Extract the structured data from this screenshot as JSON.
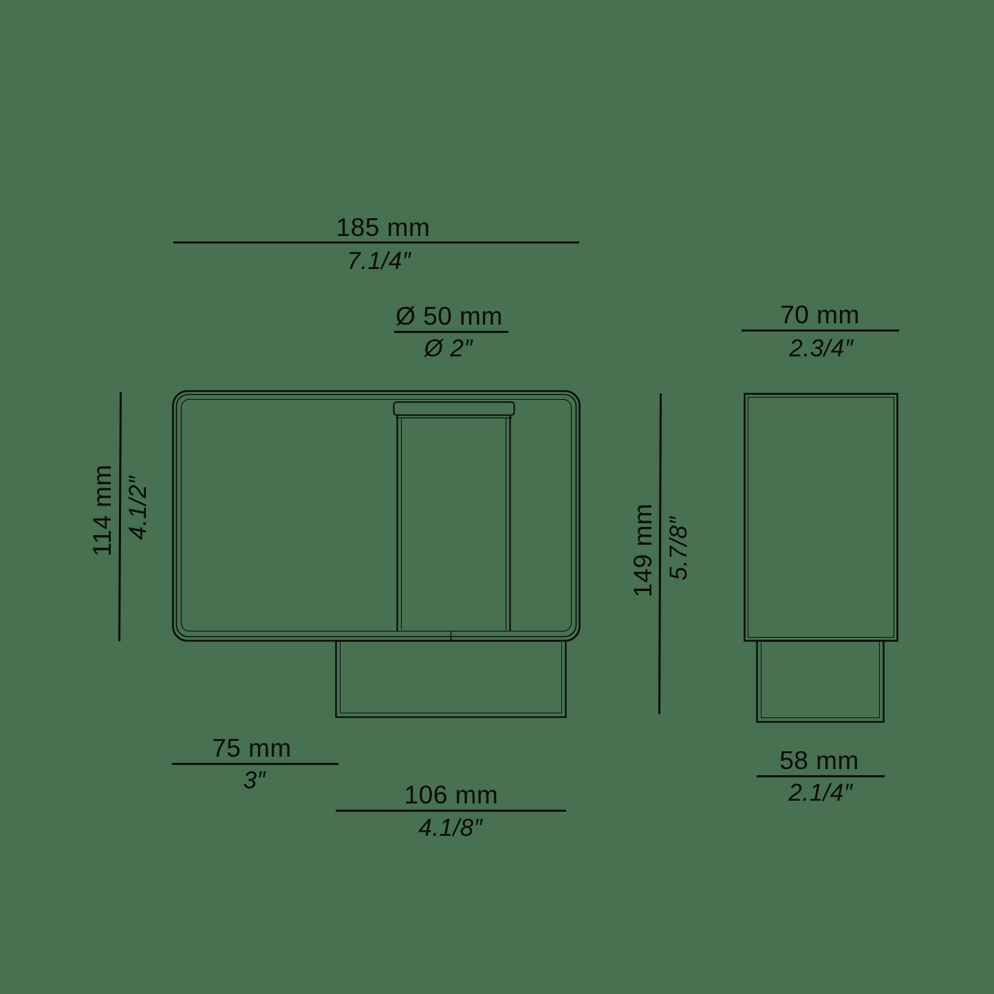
{
  "canvas": {
    "background_color": "#477150",
    "line_color": "#0b0b0b",
    "content_type": "technical dimension drawing, front and side views of a wall-mounted fixture"
  },
  "dimensions": {
    "total_width": {
      "mm": "185 mm",
      "inch": "7.1/4″"
    },
    "diameter": {
      "mm": "Ø 50 mm",
      "inch": "Ø 2″"
    },
    "side_depth": {
      "mm": "70 mm",
      "inch": "2.3/4″"
    },
    "front_height": {
      "mm": "114 mm",
      "inch": "4.1/2″"
    },
    "total_height": {
      "mm": "149 mm",
      "inch": "5.7/8″"
    },
    "base_offset": {
      "mm": "75 mm",
      "inch": "3″"
    },
    "base_width": {
      "mm": "106 mm",
      "inch": "4.1/8″"
    },
    "base_depth": {
      "mm": "58 mm",
      "inch": "2.1/4″"
    }
  }
}
